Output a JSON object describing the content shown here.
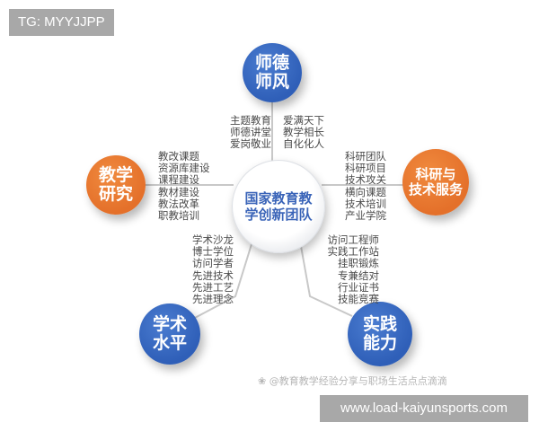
{
  "badges": {
    "tg": "TG: MYYJJPP",
    "url": "www.load-kaiyunsports.com"
  },
  "diagram": {
    "center": {
      "line1": "国家教育教",
      "line2": "学创新团队",
      "color": "#3a64b8"
    },
    "nodes": {
      "top": {
        "line1": "师德",
        "line2": "师风",
        "color": "#2f5fb8",
        "items_left": [
          "主题教育",
          "师德讲堂",
          "爱岗敬业"
        ],
        "items_right": [
          "爱满天下",
          "教学相长",
          "自化化人"
        ]
      },
      "left": {
        "line1": "教学",
        "line2": "研究",
        "color": "#e4702a",
        "items": [
          "教改课题",
          "资源库建设",
          "课程建设",
          "教材建设",
          "教法改革",
          "职教培训"
        ]
      },
      "right": {
        "line1": "科研与",
        "line2": "技术服务",
        "color": "#e4702a",
        "items": [
          "科研团队",
          "科研项目",
          "技术攻关",
          "横向课题",
          "技术培训",
          "产业学院"
        ]
      },
      "bottom_left": {
        "line1": "学术",
        "line2": "水平",
        "color": "#2f5fb8",
        "items": [
          "学术沙龙",
          "博士学位",
          "访问学者",
          "先进技术",
          "先进工艺",
          "先进理念"
        ]
      },
      "bottom_right": {
        "line1": "实践",
        "line2": "能力",
        "color": "#2f5fb8",
        "items": [
          "访问工程师",
          "实践工作站",
          "挂职锻炼",
          "专兼结对",
          "行业证书",
          "技能竞赛"
        ]
      }
    }
  },
  "watermark": "@教育教学经验分享与职场生活点点滴滴"
}
